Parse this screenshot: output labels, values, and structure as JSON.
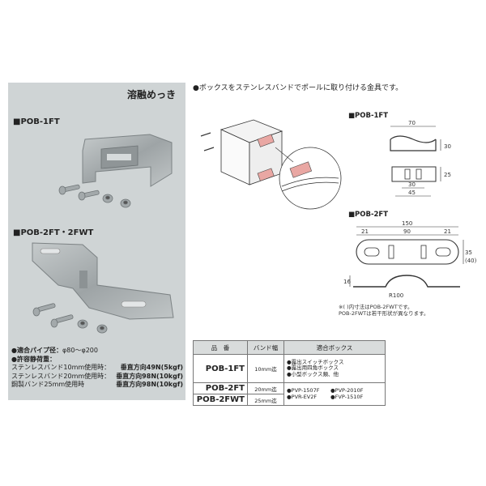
{
  "finish": "溶融めっき",
  "products": {
    "pob1ft_label": "■POB-1FT",
    "pob2ft_label": "■POB-2FT・2FWT"
  },
  "spec": {
    "pipe_label": "●適合パイプ径：",
    "pipe_value": "φ80～φ200",
    "load_label": "●許容静荷重：",
    "loads": [
      {
        "k": "ステンレスバンド10mm使用時：",
        "v": "垂直方向49N(5kgf)"
      },
      {
        "k": "ステンレスバンド20mm使用時：",
        "v": "垂直方向98N(10kgf)"
      },
      {
        "k": "鋼製バンド25mm使用時",
        "v": "垂直方向98N(10kgf)"
      }
    ]
  },
  "intro": "●ボックスをステンレスバンドでポールに取り付ける金具です。",
  "diagrams": {
    "pob1ft_title": "■POB-1FT",
    "pob2ft_title": "■POB-2FT",
    "dims1": {
      "width": "70",
      "height": "30",
      "side": "25",
      "inner": "30",
      "base": "45"
    },
    "dims2": {
      "d21a": "21",
      "d150": "150",
      "d90": "90",
      "d21b": "21",
      "d35": "35",
      "d40": "(40)",
      "d16": "16",
      "r100": "R100"
    },
    "note_lines": [
      "※( )内寸法はPOB-2FWTです。",
      "POB-2FWTは若干形状が異なります。"
    ]
  },
  "table": {
    "headers": [
      "品　番",
      "バンド幅",
      "適合ボックス"
    ],
    "rows": [
      {
        "model": "POB-1FT",
        "band": "10mm迄",
        "boxes": [
          "●露出スイッチボックス",
          "●露出用四角ボックス",
          "●小型ボックス類、他"
        ]
      },
      {
        "model": "POB-2FT",
        "band": "20mm迄"
      },
      {
        "model": "POB-2FWT",
        "band": "25mm迄"
      }
    ],
    "boxes2": [
      "●PVP-1507F",
      "●PVP-2010F",
      "●PVR-EV2F",
      "●FVP-1510F"
    ]
  },
  "colors": {
    "panel": "#cfd4d5",
    "metal": "#a9afb1",
    "clip": "#e9a7a3"
  }
}
